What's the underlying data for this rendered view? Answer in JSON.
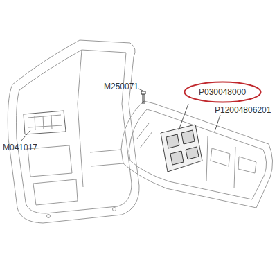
{
  "diagram": {
    "nodes": [
      {
        "text": [
          "P030048000"
        ]
      }
    ],
    "labels": [
      "M250071",
      "P12004806201",
      "M041017"
    ]
  }
}
